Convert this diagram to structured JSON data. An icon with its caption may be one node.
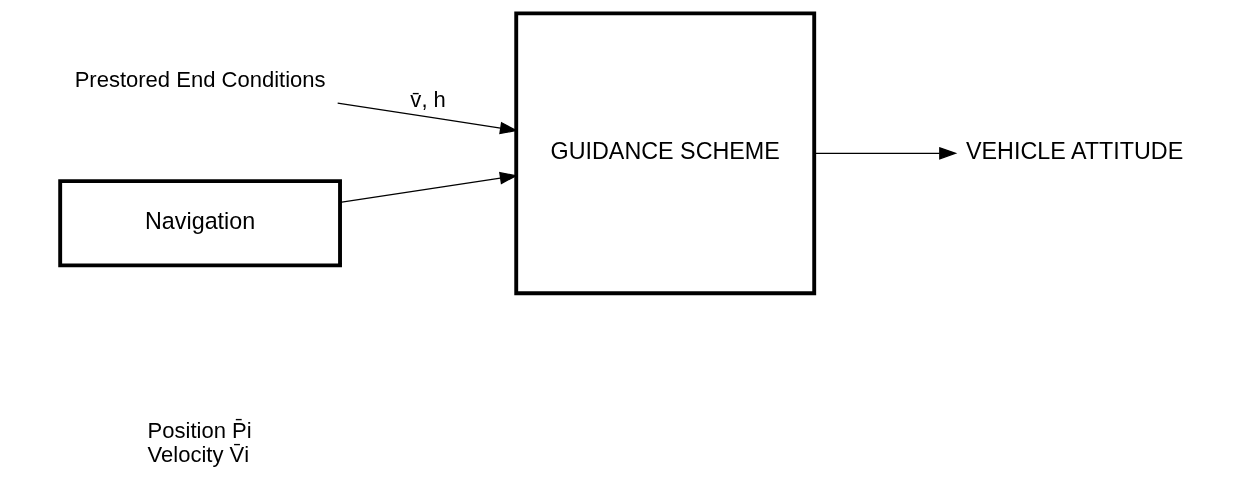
{
  "diagram": {
    "nodes": [
      {
        "text": [
          "Prestored End Conditions"
        ]
      },
      {
        "text": [
          "GUIDANCE SCHEME"
        ]
      },
      {
        "text": [
          "VEHICLE ATTITUDE"
        ]
      },
      {
        "text": [
          "Navigation"
        ],
        "beside": [
          "Position P̄i",
          "Velocity V̄i"
        ]
      }
    ],
    "edges": [
      {
        "from": 0,
        "to": 1,
        "arrow": "to",
        "label": "v̄, h"
      },
      {
        "from": 3,
        "to": 1,
        "arrow": "to"
      },
      {
        "from": 1,
        "to": 2,
        "arrow": "to"
      }
    ]
  }
}
